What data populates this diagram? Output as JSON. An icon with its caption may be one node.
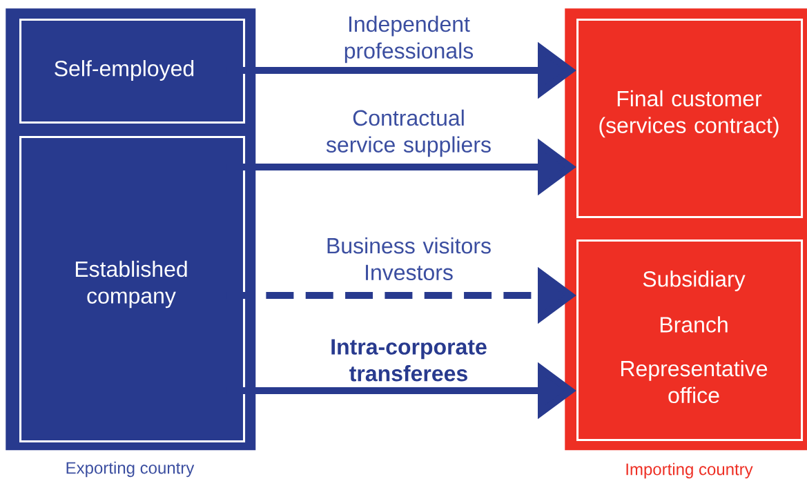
{
  "diagram": {
    "nodes": [
      {
        "text": [
          "Exporting country"
        ]
      },
      {
        "text": [
          "Self-employed"
        ],
        "in": 0
      },
      {
        "text": [
          "Established company"
        ],
        "in": 0
      },
      {
        "text": [
          "Importing country"
        ]
      },
      {
        "text": [
          "Final customer (services contract)"
        ],
        "in": 3
      },
      {
        "text": [
          "Subsidiary",
          "Branch",
          "Representative office"
        ],
        "in": 3
      }
    ],
    "edges": [
      {
        "from": 1,
        "to": 4,
        "arrow": "to",
        "label": "Independent professionals"
      },
      {
        "from": 2,
        "to": 4,
        "arrow": "to",
        "label": "Contractual service suppliers"
      },
      {
        "from": 2,
        "to": 5,
        "arrow": "to",
        "label": "Business visitors Investors",
        "style": "dashed"
      },
      {
        "from": 2,
        "to": 5,
        "arrow": "to",
        "label": "Intra-corporate transferees"
      }
    ]
  }
}
